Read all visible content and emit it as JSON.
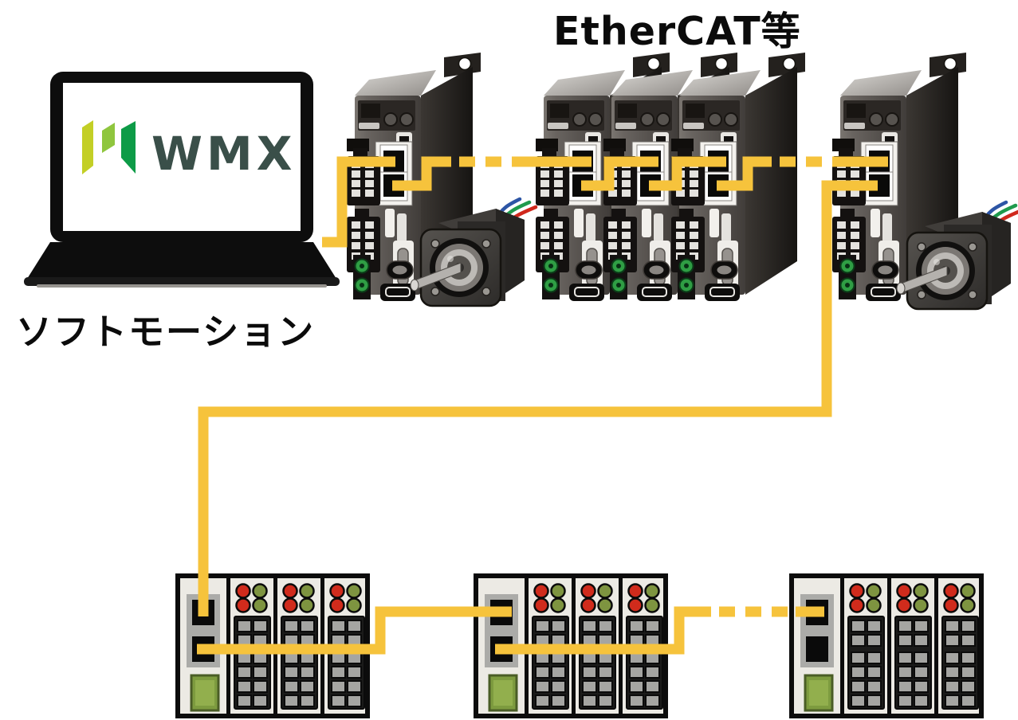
{
  "title": "EtherCAT等",
  "laptop": {
    "label": "ソフトモーション",
    "logo_text": "WMX"
  },
  "colors": {
    "cable": "#F6C33C",
    "led_red": "#D02B1C",
    "led_green": "#7E9440",
    "logo_mark_1": "#C3CF26",
    "logo_mark_2": "#8FC63E",
    "logo_mark_3": "#0D9B47",
    "logo_text": "#3A4F49",
    "label_green": "#7D9B3F",
    "label_green_inner": "#92AF4D",
    "device_dark": "#47433F",
    "module_bg": "#ECEAE4"
  },
  "network": {
    "controller": {
      "name": "laptop-controller",
      "label": "ソフトモーション",
      "logo": "WMX"
    },
    "fieldbus_label": "EtherCAT等",
    "servo_drives": [
      {
        "name": "servo-drive-1",
        "has_motor": true
      },
      {
        "name": "servo-drive-2",
        "has_motor": false
      },
      {
        "name": "servo-drive-3",
        "has_motor": false
      },
      {
        "name": "servo-drive-4",
        "has_motor": false
      },
      {
        "name": "servo-drive-5",
        "has_motor": true
      }
    ],
    "io_modules": [
      {
        "name": "io-module-1",
        "slices": 3
      },
      {
        "name": "io-module-2",
        "slices": 3
      },
      {
        "name": "io-module-3",
        "slices": 3
      }
    ]
  }
}
